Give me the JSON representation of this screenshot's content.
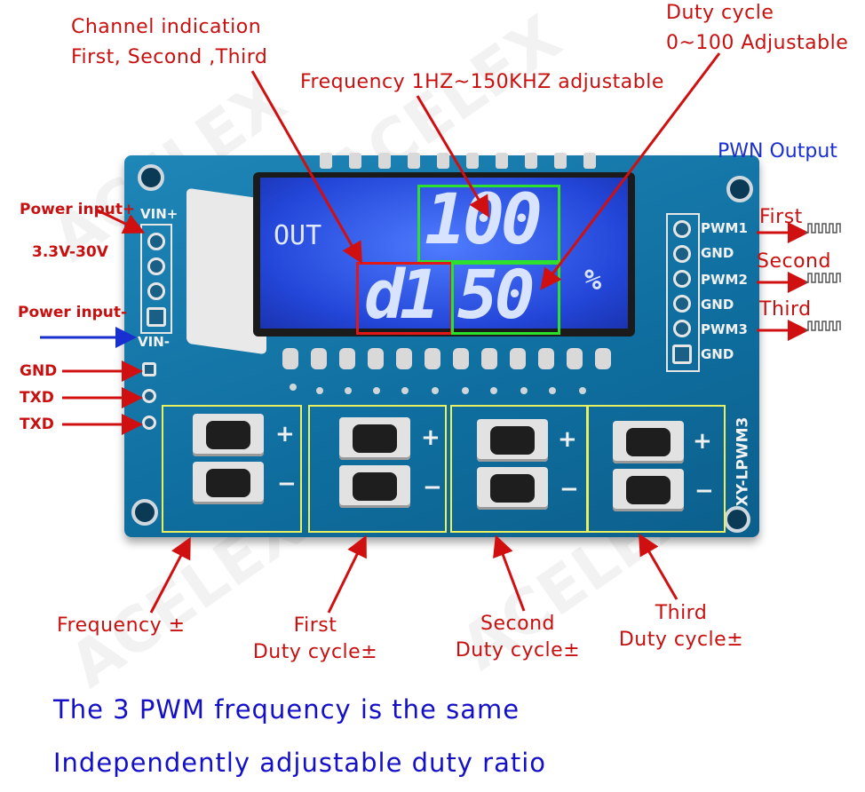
{
  "annotations": {
    "channel_indication": [
      "Channel indication",
      "First, Second ,Third"
    ],
    "frequency_range": "Frequency 1HZ~150KHZ adjustable",
    "duty_cycle": [
      "Duty cycle",
      "0~100 Adjustable"
    ],
    "pwm_output": "PWN Output",
    "outputs": [
      "First",
      "Second",
      "Third"
    ],
    "power_plus": "Power input+",
    "voltage_range": "3.3V-30V",
    "power_minus": "Power input-",
    "gnd": "GND",
    "txd_1": "TXD",
    "txd_2": "TXD",
    "frequency_pm": "Frequency ±",
    "first_duty": [
      "First",
      "Duty cycle±"
    ],
    "second_duty": [
      "Second",
      "Duty cycle±"
    ],
    "third_duty": [
      "Third",
      "Duty cycle±"
    ]
  },
  "board": {
    "vin_plus": "VIN+",
    "vin_minus": "VIN-",
    "header_labels": [
      "PWM1",
      "GND",
      "PWM2",
      "GND",
      "PWM3",
      "GND"
    ],
    "model": "XY-LPWM3",
    "lcd": {
      "out": "OUT",
      "top_digits": "100",
      "channel_digit": "d1",
      "bottom_digits": "50",
      "percent": "%"
    },
    "plus": "+",
    "minus": "−"
  },
  "footer": {
    "line1": "The 3 PWM frequency is the same",
    "line2": "Independently adjustable duty ratio"
  },
  "watermark": "ACELEX",
  "colors": {
    "annotation_red": "#c81010",
    "footer_blue": "#1410c8",
    "pcb_blue": "#1570a3",
    "lcd_blue": "#2f55e6",
    "highlight_green": "#2ee02e",
    "button_box_yellow": "#e8f060"
  }
}
